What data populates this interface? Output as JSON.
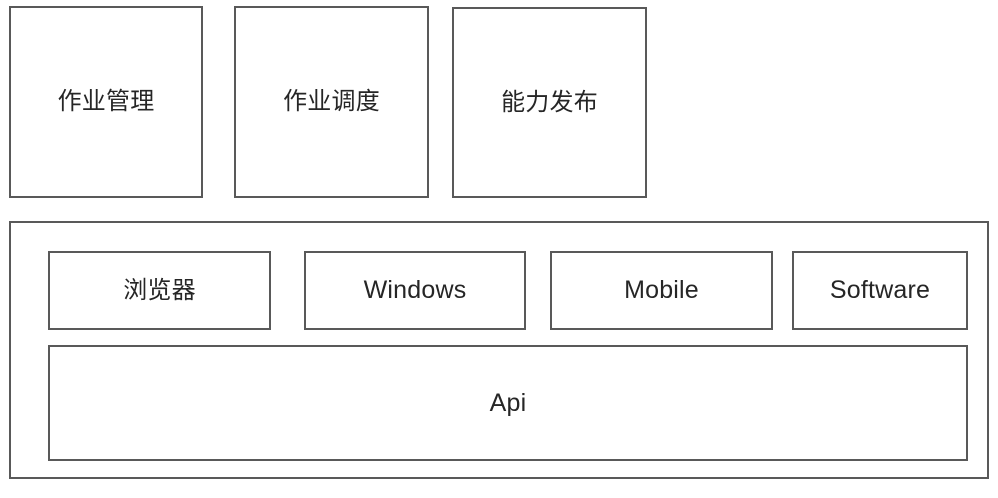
{
  "diagram": {
    "title": "",
    "colors": {
      "stroke": "#595959",
      "fill": "#ffffff",
      "text": "#262626",
      "background": "#ffffff"
    },
    "top_row": [
      {
        "id": "job-management",
        "label": "作业管理",
        "script": "cn"
      },
      {
        "id": "job-scheduling",
        "label": "作业调度",
        "script": "cn"
      },
      {
        "id": "capability-publish",
        "label": "能力发布",
        "script": "cn"
      }
    ],
    "platform": {
      "label": "",
      "clients": [
        {
          "id": "browser",
          "label": "浏览器",
          "script": "cn"
        },
        {
          "id": "windows",
          "label": "Windows",
          "script": "en"
        },
        {
          "id": "mobile",
          "label": "Mobile",
          "script": "en"
        },
        {
          "id": "software",
          "label": "Software",
          "script": "en"
        }
      ],
      "api": {
        "id": "api",
        "label": "Api",
        "script": "en"
      }
    }
  }
}
